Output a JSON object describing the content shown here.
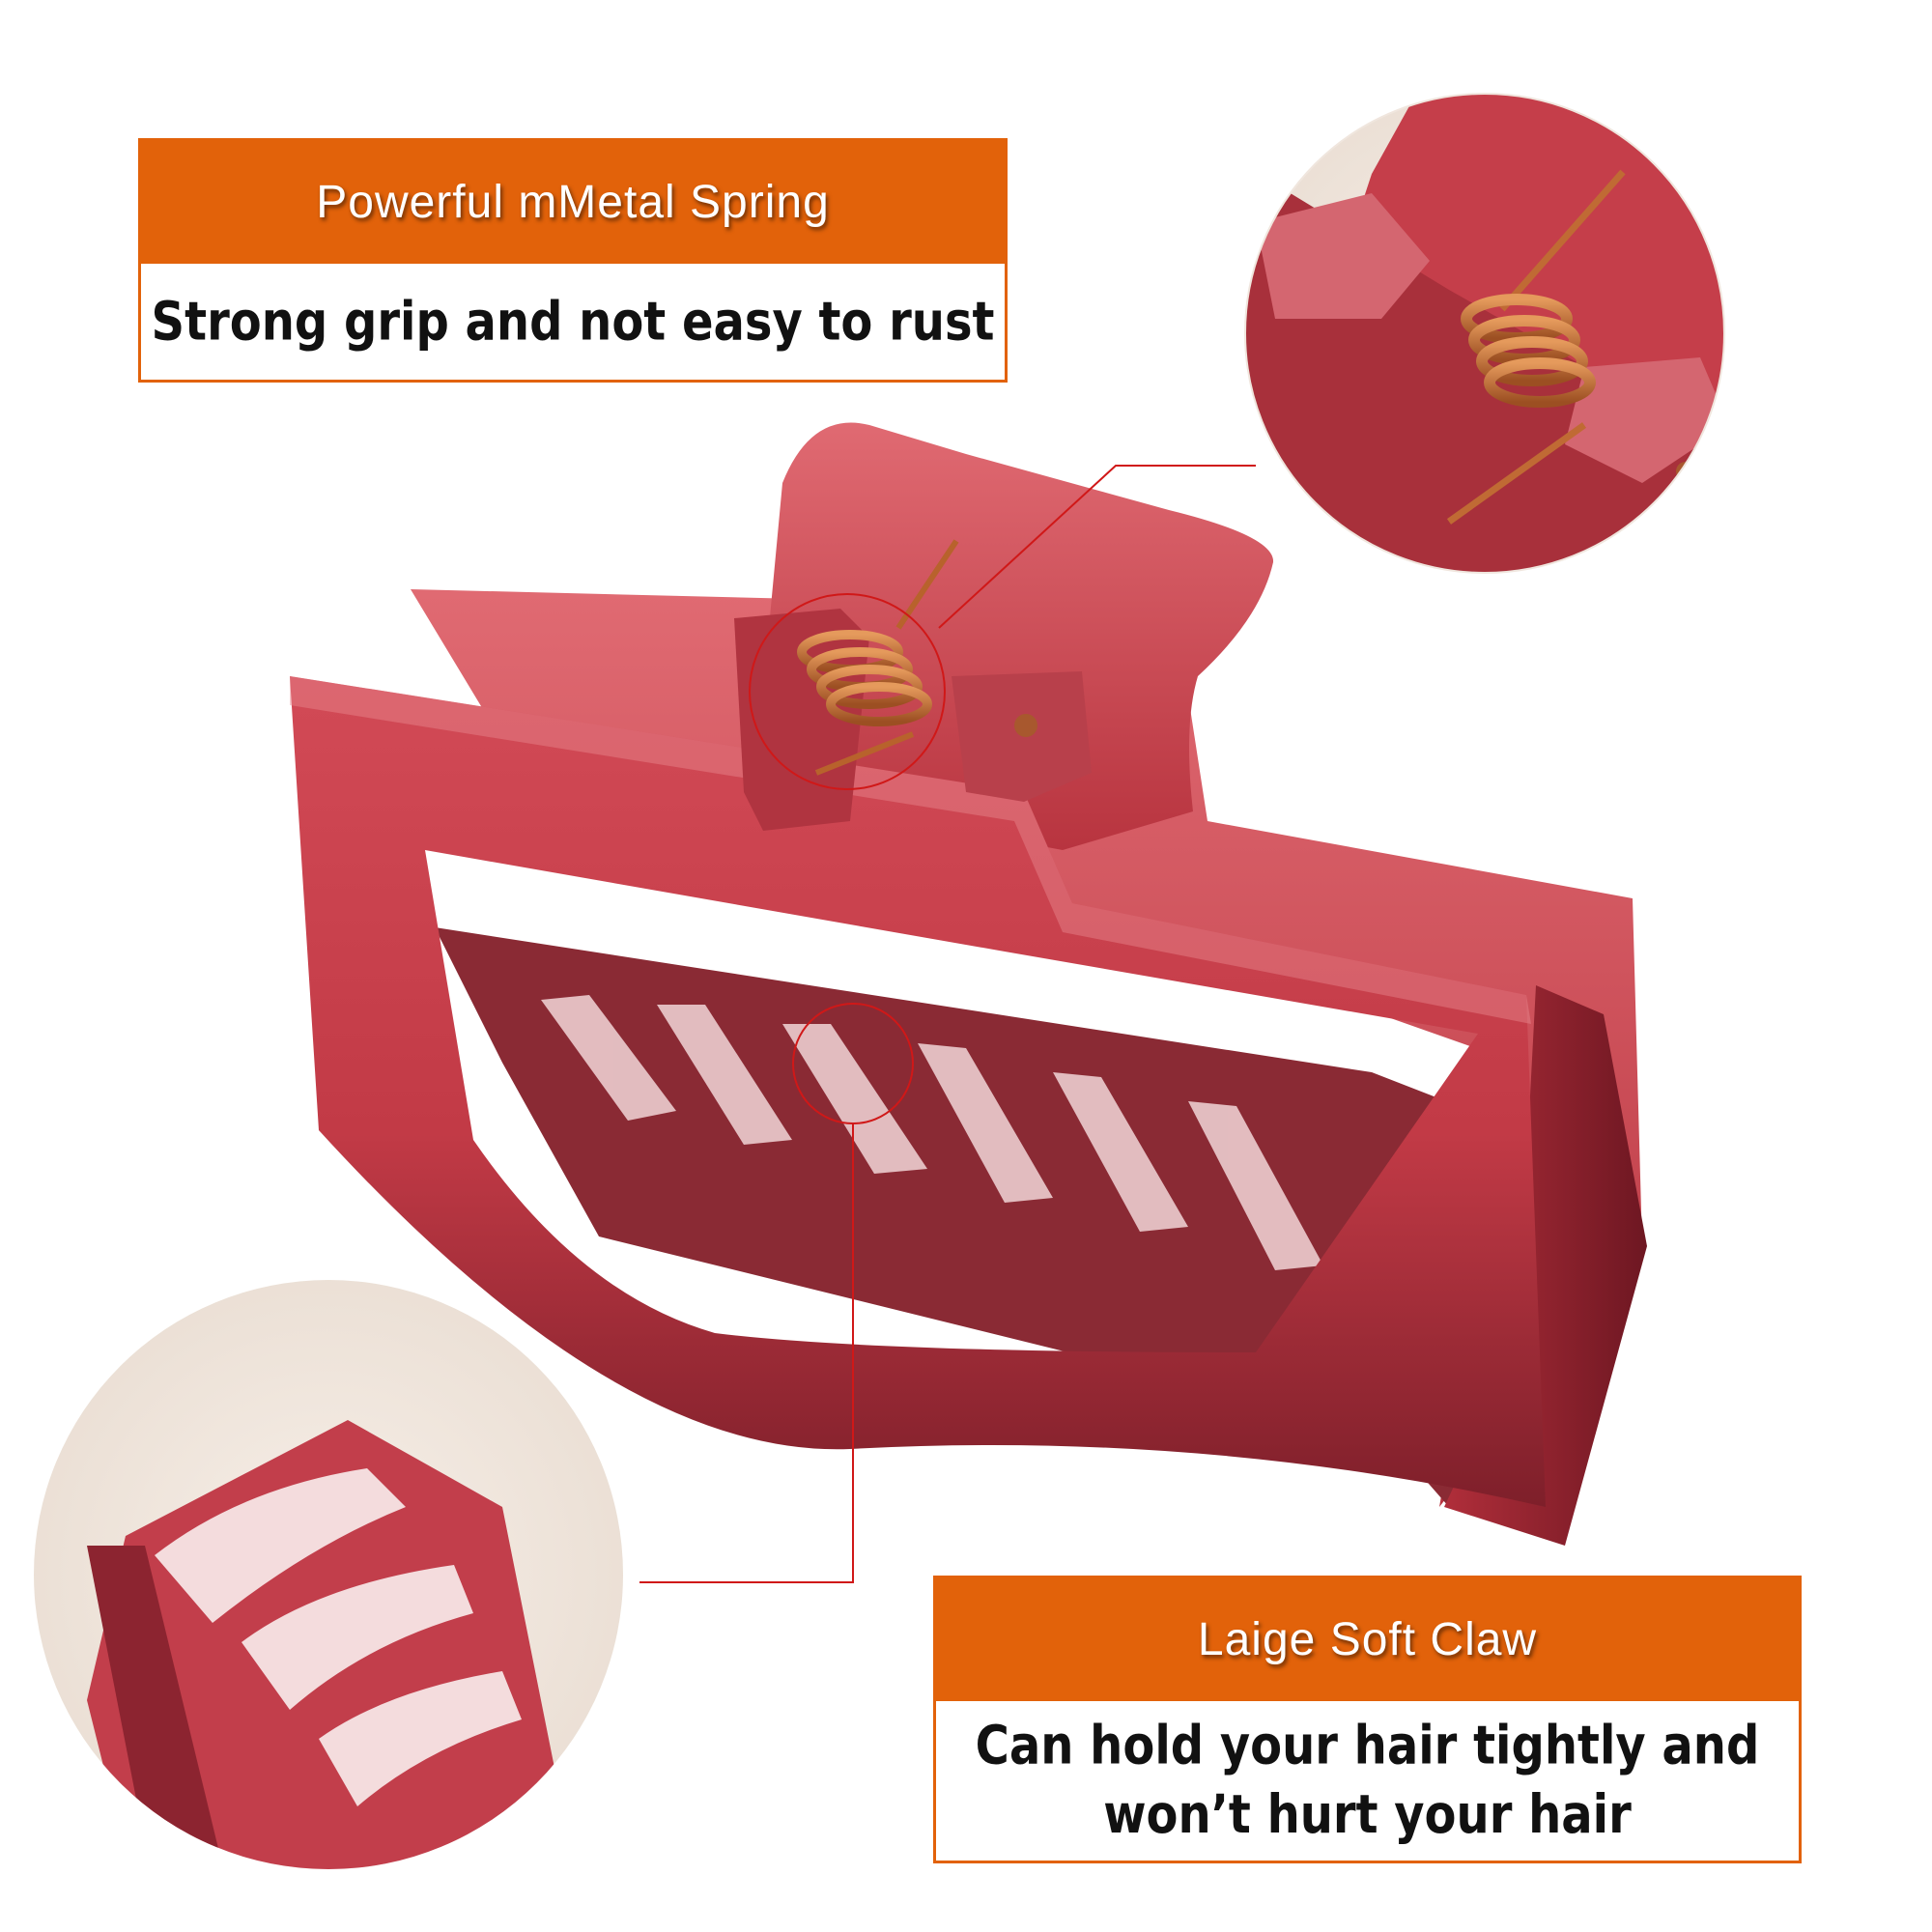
{
  "feature_spring": {
    "title": "Powerful mMetal Spring",
    "description": "Strong grip and not easy to rust"
  },
  "feature_claw": {
    "title": "Laige Soft Claw",
    "description_line1": "Can hold your hair tightly and",
    "description_line2": "won’t hurt your hair"
  },
  "colors": {
    "accent_orange": "#e2620a",
    "clip_red": "#c83c48",
    "clip_dark": "#7a1c26",
    "spring_copper": "#c8743a",
    "callout_line": "#d01818"
  }
}
